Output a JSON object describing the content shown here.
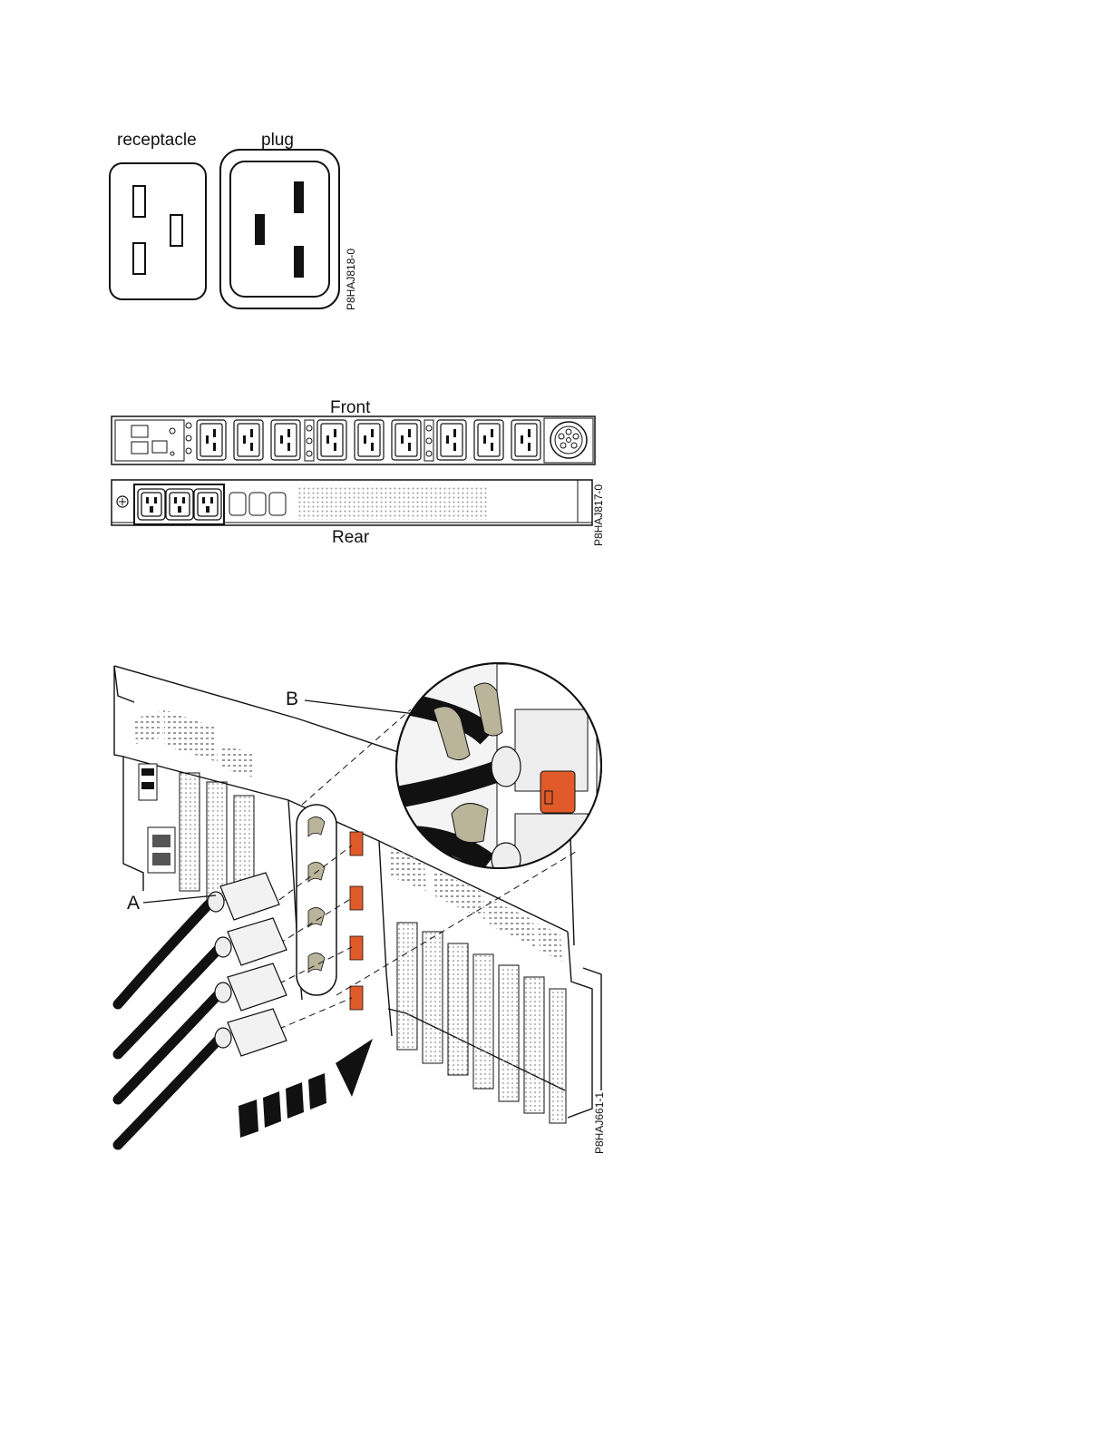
{
  "figures": {
    "connector": {
      "receptacle_label": "receptacle",
      "plug_label": "plug",
      "figure_id": "P8HAJ818-0"
    },
    "pdu": {
      "front_label": "Front",
      "rear_label": "Rear",
      "figure_id": "P8HAJ817-0"
    },
    "server": {
      "callout_a": "A",
      "callout_b": "B",
      "figure_id": "P8HAJ661-1"
    }
  },
  "colors": {
    "line": "#111111",
    "latch_orange": "#e05a2a",
    "velcro_tan": "#b9b49a",
    "panel_gray": "#f4f4f4",
    "mesh_gray": "#9a9a9a"
  }
}
